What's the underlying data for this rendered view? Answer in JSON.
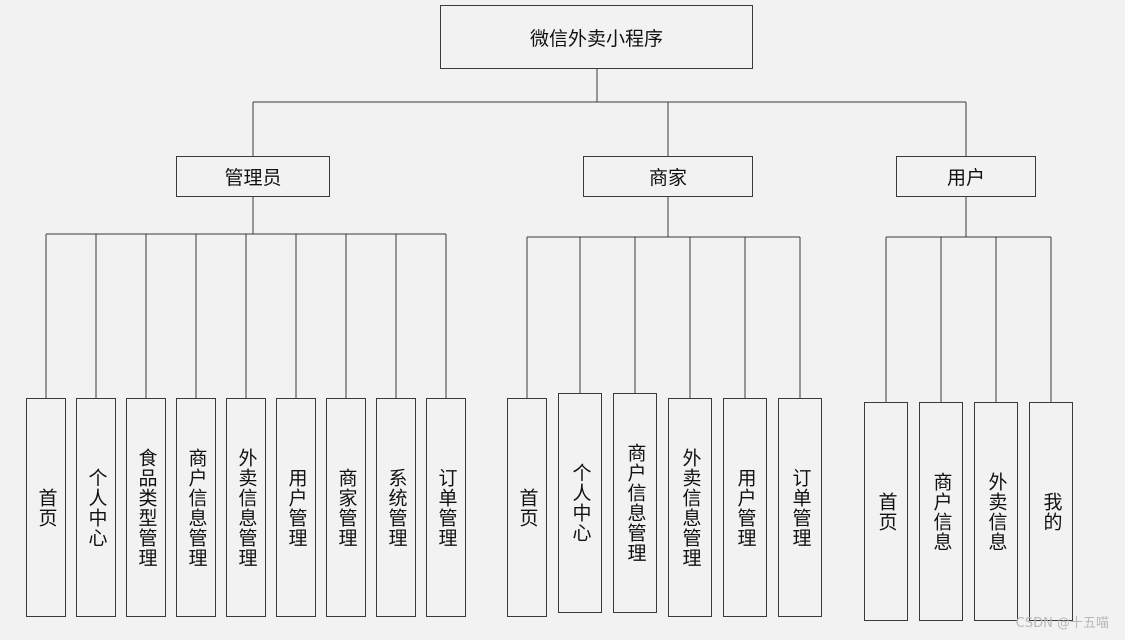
{
  "root": {
    "label": "微信外卖小程序"
  },
  "groups": [
    {
      "label": "管理员",
      "children": [
        "首页",
        "个人中心",
        "食品类型管理",
        "商户信息管理",
        "外卖信息管理",
        "用户管理",
        "商家管理",
        "系统管理",
        "订单管理"
      ]
    },
    {
      "label": "商家",
      "children": [
        "首页",
        "个人中心",
        "商户信息管理",
        "外卖信息管理",
        "用户管理",
        "订单管理"
      ]
    },
    {
      "label": "用户",
      "children": [
        "首页",
        "商户信息",
        "外卖信息",
        "我的"
      ]
    }
  ],
  "watermark": "CSDN @十五喵",
  "colors": {
    "line": "#3a3a3a",
    "background": "#f2f2f2"
  }
}
